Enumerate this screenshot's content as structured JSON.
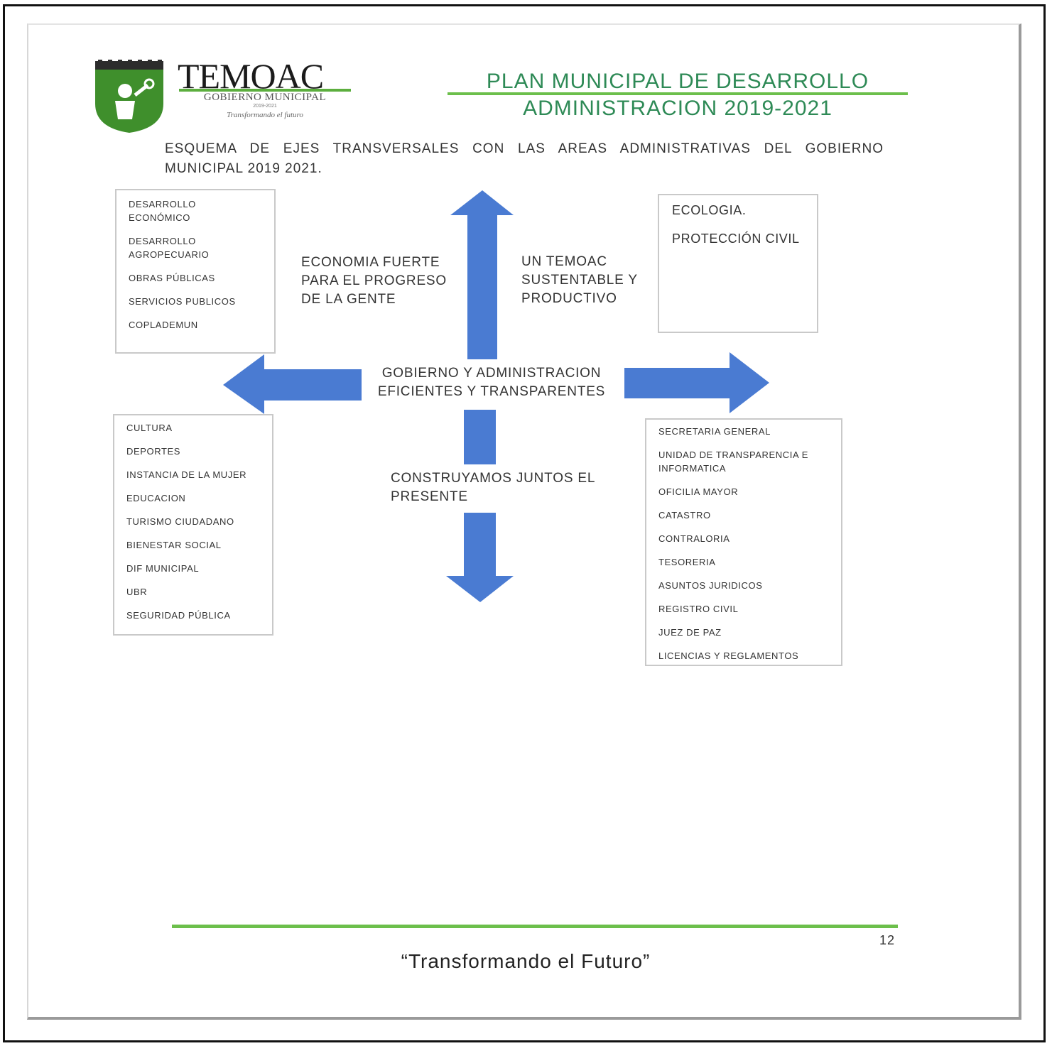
{
  "logo": {
    "name": "TEMOAC",
    "subtitle": "GOBIERNO MUNICIPAL",
    "years": "2019-2021",
    "tagline": "Transformando el futuro"
  },
  "header": {
    "title": "PLAN MUNICIPAL DE DESARROLLO",
    "subtitle": "ADMINISTRACION 2019-2021"
  },
  "scheme_title": "ESQUEMA DE EJES TRANSVERSALES CON LAS AREAS ADMINISTRATIVAS DEL GOBIERNO MUNICIPAL 2019 2021.",
  "boxes": {
    "top_left": [
      "DESARROLLO ECONÓMICO",
      "DESARROLLO AGROPECUARIO",
      "OBRAS PÚBLICAS",
      "SERVICIOS PUBLICOS",
      "COPLADEMUN"
    ],
    "top_right": [
      "ECOLOGIA.",
      "PROTECCIÓN CIVIL"
    ],
    "bottom_left": [
      "CULTURA",
      "DEPORTES",
      "INSTANCIA DE LA MUJER",
      "EDUCACION",
      "TURISMO CIUDADANO",
      "BIENESTAR SOCIAL",
      "DIF MUNICIPAL",
      "UBR",
      "SEGURIDAD PÚBLICA"
    ],
    "bottom_right": [
      "SECRETARIA GENERAL",
      "UNIDAD DE TRANSPARENCIA E INFORMATICA",
      "OFICILIA MAYOR",
      "CATASTRO",
      "CONTRALORIA",
      "TESORERIA",
      "ASUNTOS JURIDICOS",
      "REGISTRO CIVIL",
      "JUEZ DE PAZ",
      "LICENCIAS Y REGLAMENTOS"
    ]
  },
  "axes": {
    "left": "ECONOMIA FUERTE PARA EL PROGRESO DE LA GENTE",
    "right": "UN TEMOAC SUSTENTABLE Y PRODUCTIVO",
    "center": "GOBIERNO Y ADMINISTRACION EFICIENTES Y TRANSPARENTES",
    "bottom": "CONSTRUYAMOS JUNTOS EL PRESENTE"
  },
  "footer": {
    "page_number": "12",
    "motto": "“Transformando el Futuro”"
  },
  "colors": {
    "arrow": "#4a7bd2",
    "accent_green": "#6cbf4b",
    "title_green": "#2e8a56",
    "shield_green": "#3f8f2c"
  }
}
